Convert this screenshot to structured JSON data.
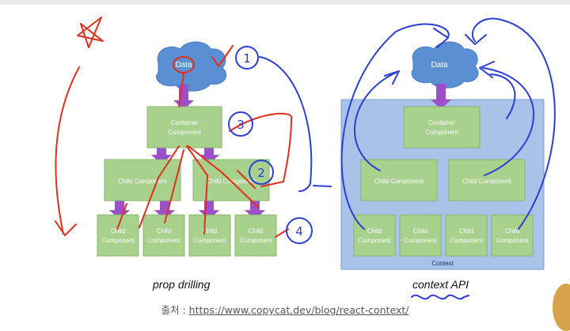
{
  "prop_drilling": {
    "data_label": "Data",
    "container_line1": "Container",
    "container_line2": "Component",
    "child_label": "Child Component",
    "leaf_line1": "Child",
    "leaf_line2": "Component",
    "caption": "prop drilling"
  },
  "context_api": {
    "data_label": "Data",
    "container_line1": "Container",
    "container_line2": "Component",
    "child_label": "Child Component",
    "leaf_line1": "Child",
    "leaf_line2": "Component",
    "context_label": "Context",
    "caption": "context API"
  },
  "annotations": {
    "n1": "1",
    "n2": "2",
    "n3": "3",
    "n4": "4"
  },
  "source": {
    "prefix": "출처 : ",
    "url": "https://www.copycat.dev/blog/react-context/"
  },
  "colors": {
    "cloud": "#5b8fd4",
    "box": "#a7d18c",
    "box_border": "#86b86c",
    "arrow": "#9b4fc8",
    "context_bg": "#a8c2e8",
    "pen_red": "#e0301c",
    "pen_blue": "#2c3fd6"
  }
}
